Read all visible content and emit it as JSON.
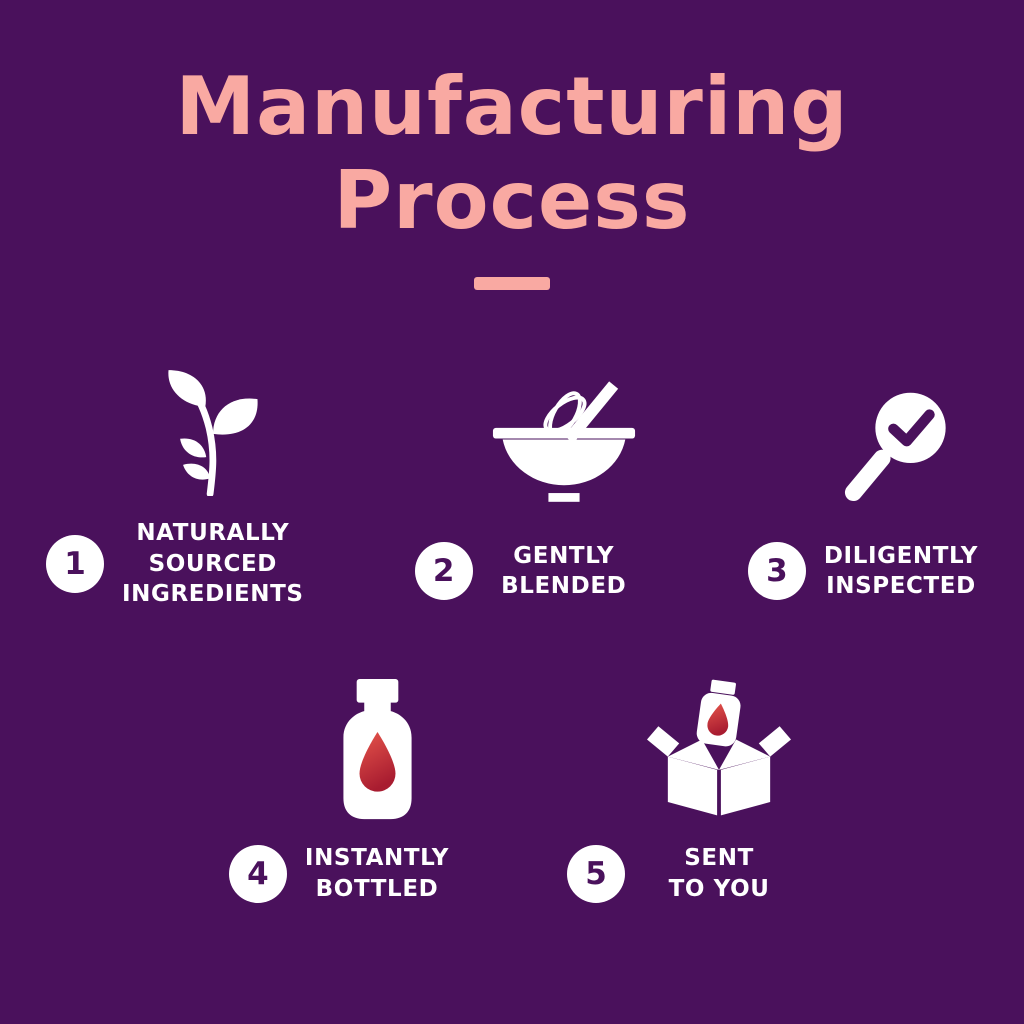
{
  "colors": {
    "background": "#4A115C",
    "title": "#F9A9A2",
    "text": "#FFFFFF",
    "badge_bg": "#FFFFFF",
    "badge_text": "#4A115C",
    "drop_red": "#C0213A"
  },
  "header": {
    "title_line1": "Manufacturing",
    "title_line2": "Process"
  },
  "steps": [
    {
      "number": "1",
      "label": "NATURALLY\nSOURCED\nINGREDIENTS",
      "icon": "plant-leaves-icon"
    },
    {
      "number": "2",
      "label": "GENTLY\nBLENDED",
      "icon": "bowl-whisk-icon"
    },
    {
      "number": "3",
      "label": "DILIGENTLY\nINSPECTED",
      "icon": "magnifier-check-icon"
    },
    {
      "number": "4",
      "label": "INSTANTLY\nBOTTLED",
      "icon": "bottle-drop-icon"
    },
    {
      "number": "5",
      "label": "SENT\nTO YOU",
      "icon": "shipping-box-icon"
    }
  ]
}
